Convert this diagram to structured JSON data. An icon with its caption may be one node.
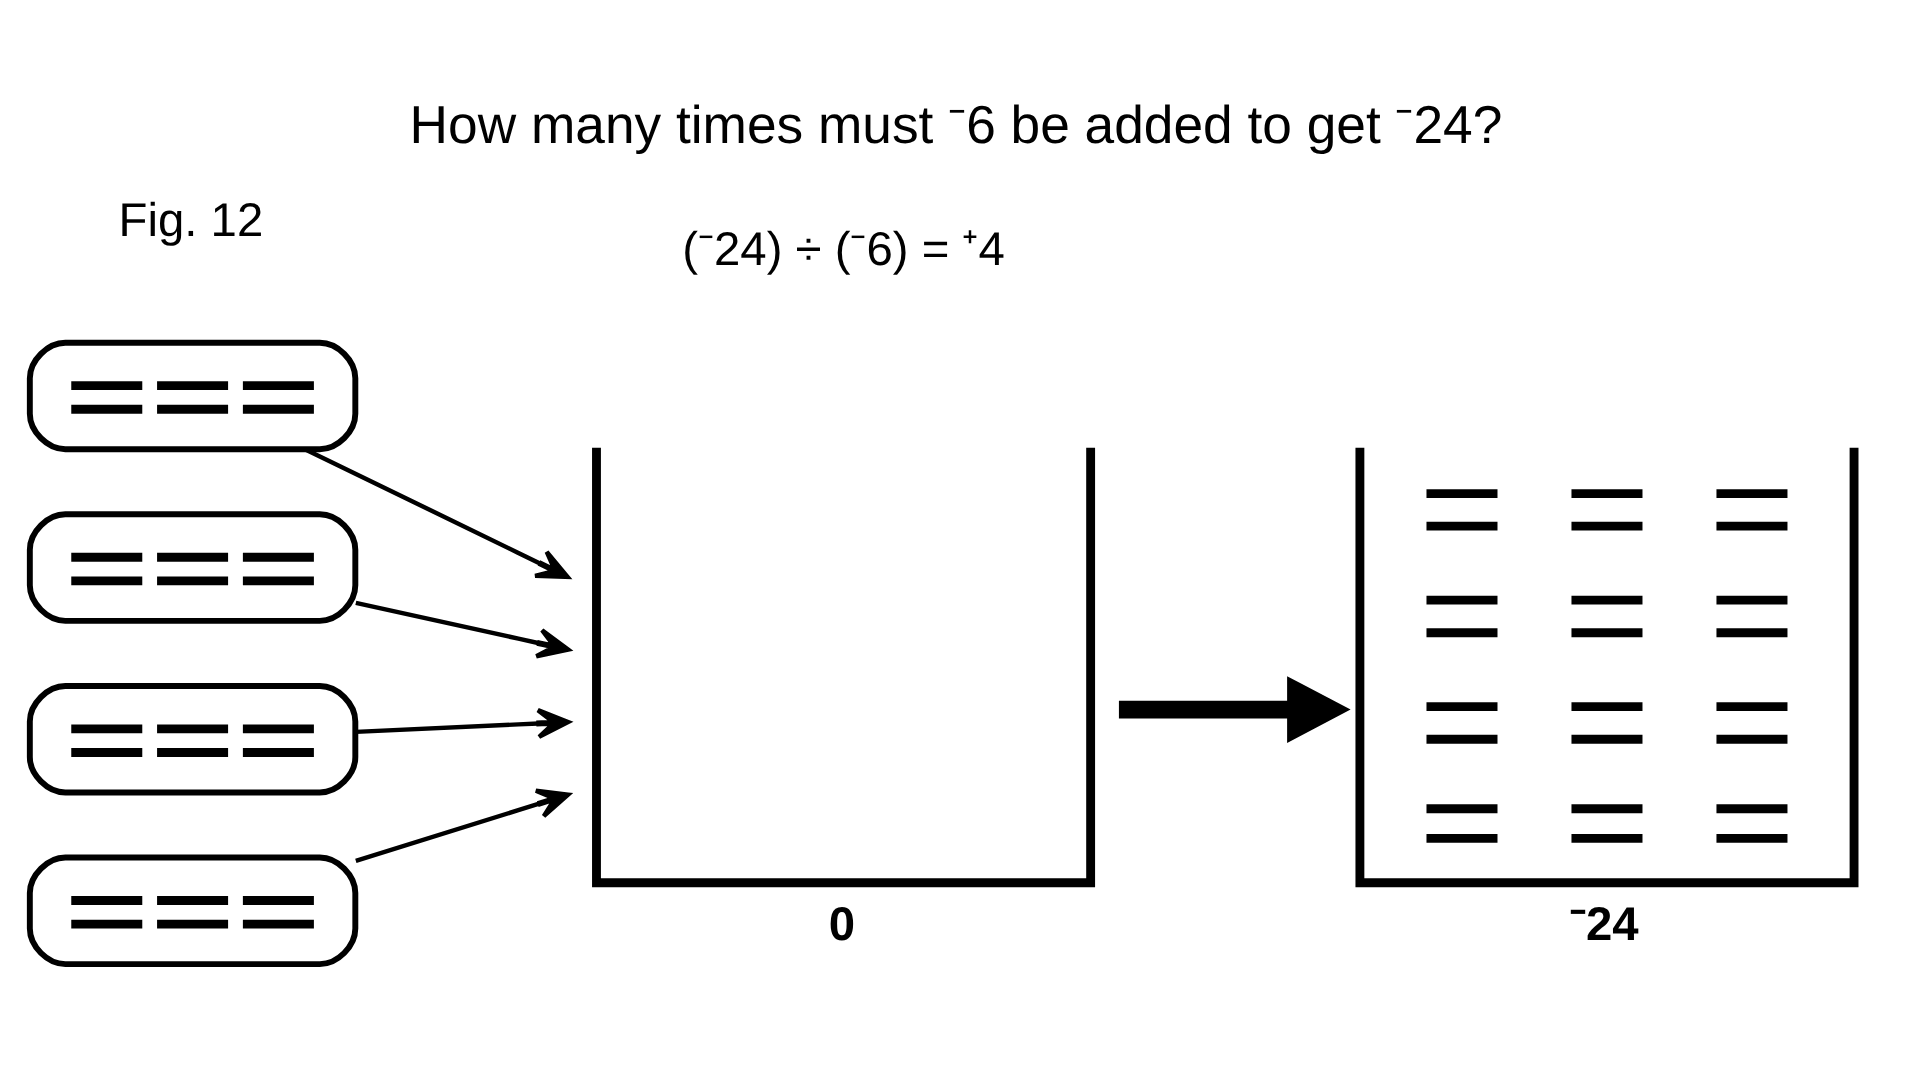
{
  "diagram": {
    "title": "How many times must ⁻6 be added to get ⁻24?",
    "nodes": [
      {
        "text": [],
        "shape": "capsule"
      },
      {
        "text": [],
        "shape": "capsule"
      },
      {
        "text": [],
        "shape": "capsule"
      },
      {
        "text": [],
        "shape": "capsule"
      },
      {
        "text": [
          "0"
        ]
      },
      {
        "text": [
          "⁻24"
        ]
      }
    ],
    "edges": [
      {
        "from": 0,
        "to": 4,
        "arrow": "to"
      },
      {
        "from": 1,
        "to": 4,
        "arrow": "to"
      },
      {
        "from": 2,
        "to": 4,
        "arrow": "to"
      },
      {
        "from": 3,
        "to": 4,
        "arrow": "to"
      },
      {
        "from": 4,
        "to": 5,
        "arrow": "to",
        "style": "thick"
      }
    ],
    "labels": [
      "Fig. 12",
      "(⁻24) ÷ (⁻6) = ⁺4"
    ]
  }
}
